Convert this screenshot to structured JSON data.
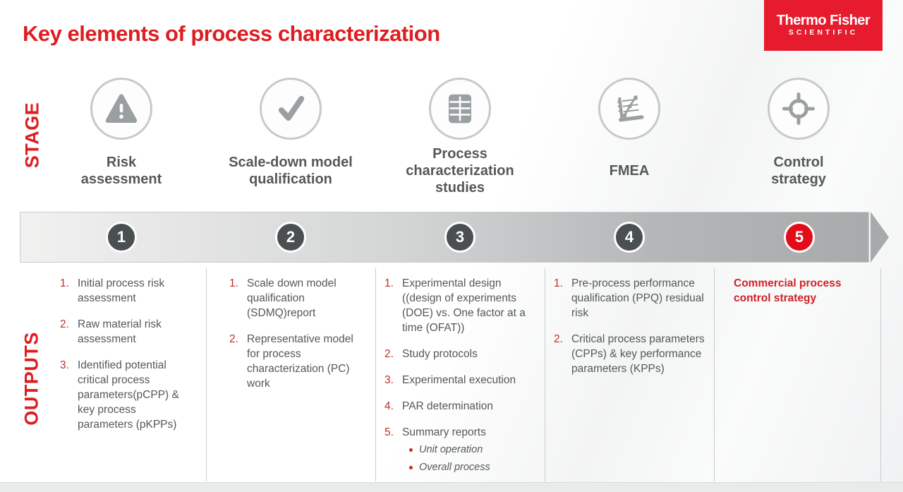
{
  "title": "Key elements of process characterization",
  "logo": {
    "brand": "Thermo Fisher",
    "sub": "SCIENTIFIC"
  },
  "row_labels": {
    "stage": "STAGE",
    "outputs": "OUTPUTS"
  },
  "colors": {
    "title_red": "#dd1e21",
    "logo_red": "#e61b2e",
    "text_gray": "#54585a",
    "icon_gray": "#9aa0a2",
    "step_circle_dark": "#4a5051",
    "step5_red": "#e40c18",
    "output_number_red": "#bf2e29",
    "highlight_red": "#cf2027"
  },
  "stages": [
    {
      "step": "1",
      "icon": "warning-triangle-icon",
      "name_lines": [
        "Risk",
        "assessment"
      ],
      "outputs": [
        {
          "number": "1.",
          "text": "Initial process risk assessment"
        },
        {
          "number": "2.",
          "text": "Raw material risk assessment"
        },
        {
          "number": "3.",
          "text": "Identified potential critical process parameters(pCPP) & key process parameters (pKPPs)"
        }
      ]
    },
    {
      "step": "2",
      "icon": "checkmark-icon",
      "name_lines": [
        "Scale-down model",
        "qualification"
      ],
      "outputs": [
        {
          "number": "1.",
          "text": "Scale down model qualification (SDMQ)report"
        },
        {
          "number": "2.",
          "text": "Representative model for process characterization (PC) work"
        }
      ]
    },
    {
      "step": "3",
      "icon": "table-icon",
      "name_lines": [
        "Process",
        "characterization",
        "studies"
      ],
      "outputs": [
        {
          "number": "1.",
          "text": "Experimental design ((design of experiments (DOE) vs. One factor at a time (OFAT))"
        },
        {
          "number": "2.",
          "text": "Study protocols"
        },
        {
          "number": "3.",
          "text": "Experimental execution"
        },
        {
          "number": "4.",
          "text": "PAR determination"
        },
        {
          "number": "5.",
          "text": "Summary reports",
          "sub_bullets": [
            "Unit operation",
            "Overall process"
          ]
        }
      ]
    },
    {
      "step": "4",
      "icon": "chart-document-icon",
      "name_lines": [
        "FMEA"
      ],
      "outputs": [
        {
          "number": "1.",
          "text": "Pre-process performance qualification (PPQ) residual risk"
        },
        {
          "number": "2.",
          "text": "Critical process parameters (CPPs) & key performance parameters (KPPs)"
        }
      ]
    },
    {
      "step": "5",
      "icon": "crosshair-target-icon",
      "name_lines": [
        "Control",
        "strategy"
      ],
      "highlight_output": "Commercial process control strategy"
    }
  ]
}
